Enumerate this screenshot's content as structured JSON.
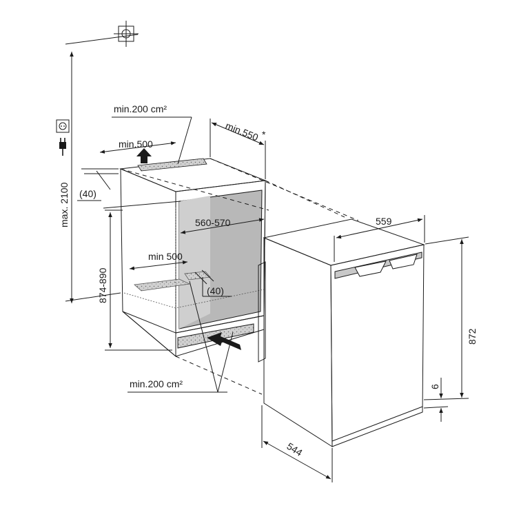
{
  "labels": {
    "max_height": "max. 2100",
    "vent_top": "min.200 cm²",
    "min500_top": "min.500",
    "min550": "min.550",
    "asterisk": "*",
    "offset_top": "(40)",
    "niche_width": "560-570",
    "niche_height": "874-890",
    "min500_mid": "min 500",
    "offset_mid": "(40)",
    "vent_bottom": "min.200 cm²",
    "width_559": "559",
    "height_872": "872",
    "gap_6": "6",
    "depth_544": "544"
  },
  "icons": [
    "crosshair-icon",
    "socket-icon",
    "plug-icon",
    "airflow-arrow-up-icon",
    "airflow-arrow-in-icon"
  ],
  "colors": {
    "line": "#1a1a1a",
    "niche_interior": "#b8b8b8",
    "vent_grille": "#d0d0d0",
    "handle": "#c8c8c8"
  }
}
